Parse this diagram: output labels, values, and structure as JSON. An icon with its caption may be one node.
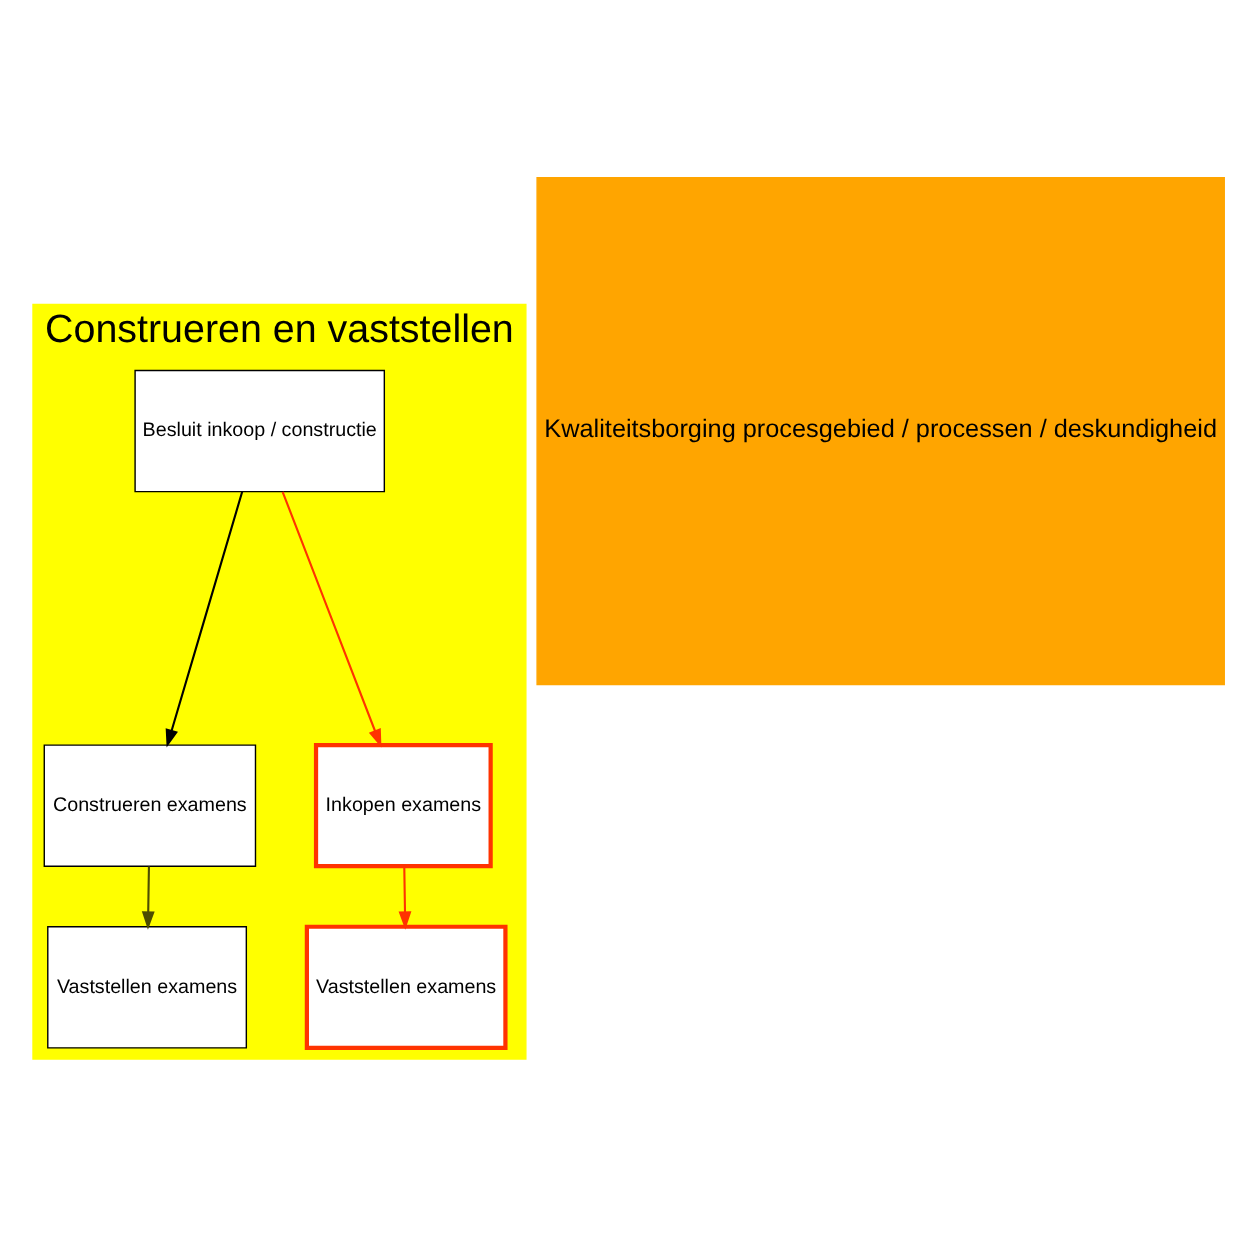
{
  "diagram": {
    "nodes": [
      {
        "text": [
          "Construeren en vaststellen"
        ]
      },
      {
        "text": [
          "Besluit inkoop / constructie"
        ],
        "in": 0
      },
      {
        "text": [
          "Construeren examens"
        ],
        "in": 0
      },
      {
        "text": [
          "Vaststellen examens"
        ],
        "in": 0
      },
      {
        "text": [
          "Inkopen examens"
        ],
        "in": 0
      },
      {
        "text": [
          "Vaststellen examens"
        ],
        "in": 0
      },
      {
        "text": [
          "Kwaliteitsborging procesgebied / processen / deskundigheid"
        ]
      }
    ],
    "edges": [
      {
        "from": 1,
        "to": 2,
        "arrow": "to",
        "color": "#000000"
      },
      {
        "from": 1,
        "to": 4,
        "arrow": "to",
        "color": "#ff3300"
      },
      {
        "from": 2,
        "to": 3,
        "arrow": "to",
        "color": "#4d4d00"
      },
      {
        "from": 4,
        "to": 5,
        "arrow": "to",
        "color": "#ff3300"
      }
    ]
  }
}
